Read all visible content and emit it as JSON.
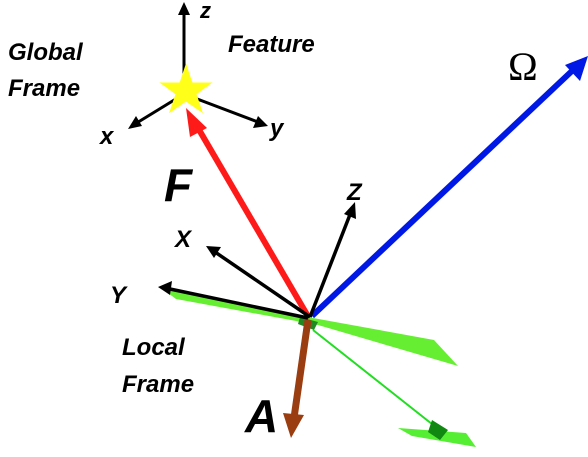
{
  "labels": {
    "global_frame_line1": "Global",
    "global_frame_line2": "Frame",
    "feature": "Feature",
    "global_z": "z",
    "global_x": "x",
    "global_y": "y",
    "force": "F",
    "omega": "Ω",
    "local_z": "Z",
    "local_x": "X",
    "local_y": "Y",
    "local_frame_line1": "Local",
    "local_frame_line2": "Frame",
    "acceleration": "A"
  },
  "colors": {
    "force_vector": "#ff1a1a",
    "omega_vector": "#0018e6",
    "acceleration_vector": "#9a3d10",
    "feature_star": "#ffff1a",
    "wing_fill": "#66ee33",
    "axes": "#000000",
    "shadow_line": "#22dd22",
    "shadow_body": "#118811"
  },
  "icons": {
    "feature_marker": "star-icon"
  }
}
